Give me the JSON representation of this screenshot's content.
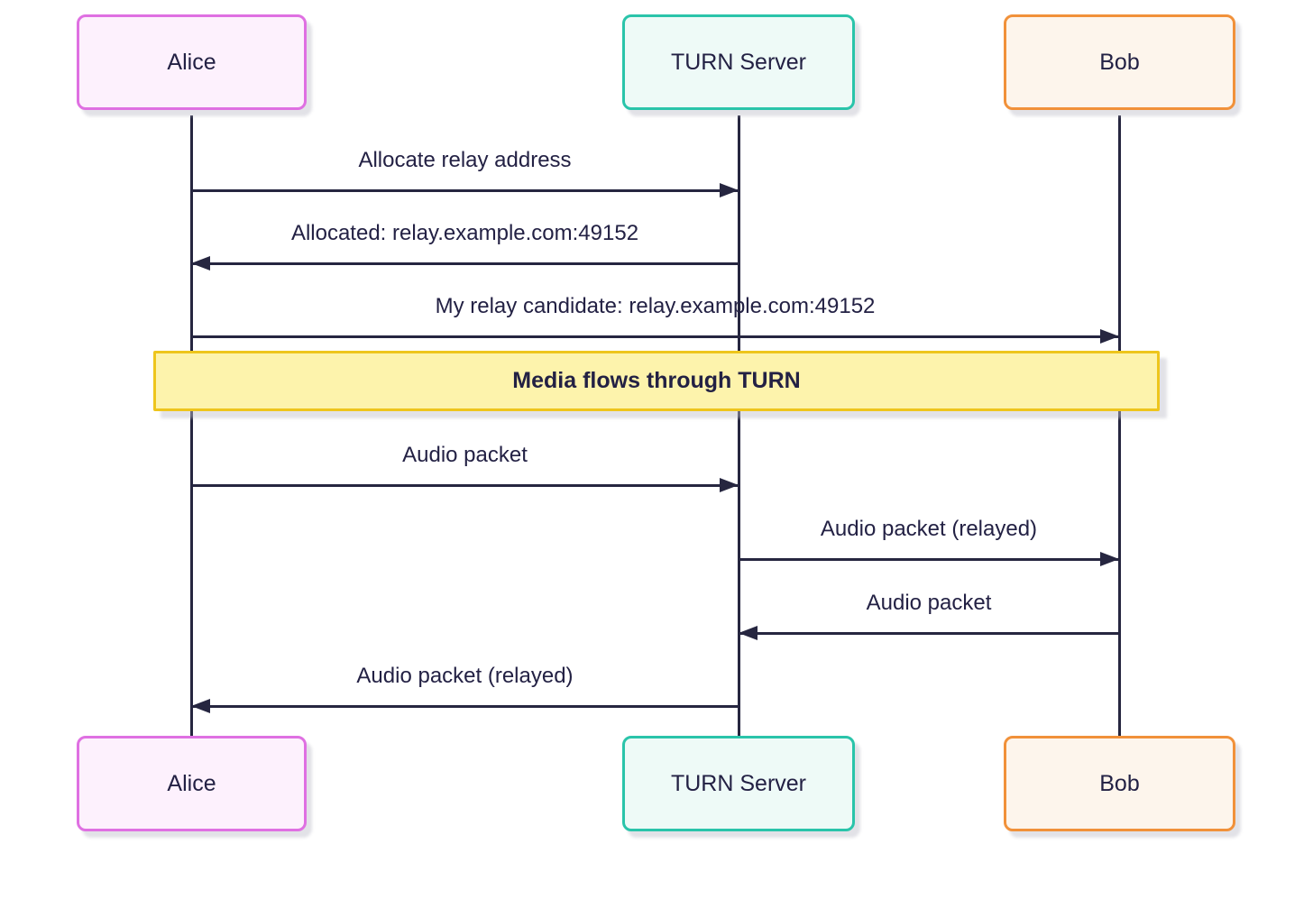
{
  "diagram": {
    "type": "sequence",
    "description": "TURN server media relay sequence"
  },
  "actors": [
    {
      "id": "alice",
      "label": "Alice",
      "fill": "#fdf1fd",
      "border": "#df70e2"
    },
    {
      "id": "turn",
      "label": "TURN Server",
      "fill": "#eefaf7",
      "border": "#2ac4aa"
    },
    {
      "id": "bob",
      "label": "Bob",
      "fill": "#fdf5ec",
      "border": "#f1913a"
    }
  ],
  "messages": [
    {
      "from": "Alice",
      "to": "TURN Server",
      "direction": "right",
      "label": "Allocate relay address"
    },
    {
      "from": "TURN Server",
      "to": "Alice",
      "direction": "left",
      "label": "Allocated: relay.example.com:49152"
    },
    {
      "from": "Alice",
      "to": "Bob",
      "direction": "right",
      "label": "My relay candidate: relay.example.com:49152"
    },
    {
      "from": "Alice",
      "to": "TURN Server",
      "direction": "right",
      "label": "Audio packet"
    },
    {
      "from": "TURN Server",
      "to": "Bob",
      "direction": "right",
      "label": "Audio packet (relayed)"
    },
    {
      "from": "Bob",
      "to": "TURN Server",
      "direction": "left",
      "label": "Audio packet"
    },
    {
      "from": "TURN Server",
      "to": "Alice",
      "direction": "left",
      "label": "Audio packet (relayed)"
    }
  ],
  "note": {
    "label": "Media flows through TURN",
    "fill": "#fdf3ac",
    "border": "#eec51c",
    "spans": "Alice to Bob"
  },
  "colors": {
    "line": "#262640",
    "text": "#232144",
    "background": "#ffffff"
  }
}
